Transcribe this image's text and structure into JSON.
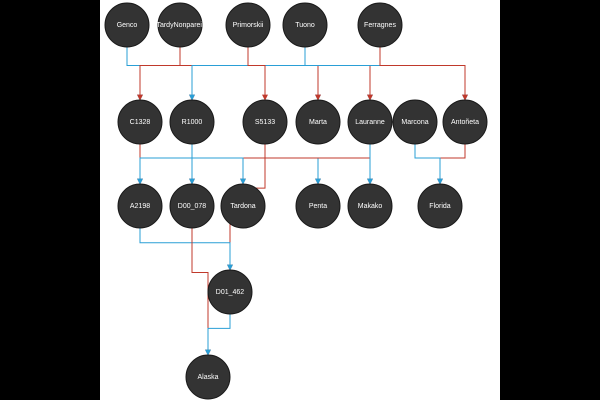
{
  "colors": {
    "maternal_edge": "#c0392b",
    "paternal_edge": "#2a9fd6",
    "node_fill": "#333333",
    "node_text": "#ffffff",
    "background": "#ffffff",
    "frame": "#000000"
  },
  "nodes": [
    {
      "id": "genco",
      "label": "Genco"
    },
    {
      "id": "tardynonpareil",
      "label": "TardyNonpareil"
    },
    {
      "id": "primorskii",
      "label": "Primorskii"
    },
    {
      "id": "tuono",
      "label": "Tuono"
    },
    {
      "id": "ferragnes",
      "label": "Ferragnes"
    },
    {
      "id": "c1328",
      "label": "C1328"
    },
    {
      "id": "r1000",
      "label": "R1000"
    },
    {
      "id": "s5133",
      "label": "S5133"
    },
    {
      "id": "marta",
      "label": "Marta"
    },
    {
      "id": "lauranne",
      "label": "Lauranne"
    },
    {
      "id": "marcona",
      "label": "Marcona"
    },
    {
      "id": "antoneta",
      "label": "Antoñeta"
    },
    {
      "id": "a2198",
      "label": "A2198"
    },
    {
      "id": "d00_078",
      "label": "D00_078"
    },
    {
      "id": "tardona",
      "label": "Tardona"
    },
    {
      "id": "penta",
      "label": "Penta"
    },
    {
      "id": "makako",
      "label": "Makako"
    },
    {
      "id": "florida",
      "label": "Florida"
    },
    {
      "id": "d01_462",
      "label": "D01_462"
    },
    {
      "id": "alaska",
      "label": "Alaska"
    }
  ],
  "edges": [
    {
      "from": "genco",
      "to": "c1328",
      "type": "paternal"
    },
    {
      "from": "tuono",
      "to": "c1328",
      "type": "maternal"
    },
    {
      "from": "tardynonpareil",
      "to": "r1000",
      "type": "maternal"
    },
    {
      "from": "tuono",
      "to": "r1000",
      "type": "paternal"
    },
    {
      "from": "primorskii",
      "to": "s5133",
      "type": "maternal"
    },
    {
      "from": "tuono",
      "to": "marta",
      "type": "paternal"
    },
    {
      "from": "ferragnes",
      "to": "marta",
      "type": "maternal"
    },
    {
      "from": "tuono",
      "to": "lauranne",
      "type": "paternal"
    },
    {
      "from": "ferragnes",
      "to": "lauranne",
      "type": "maternal"
    },
    {
      "from": "tuono",
      "to": "antoneta",
      "type": "paternal"
    },
    {
      "from": "ferragnes",
      "to": "antoneta",
      "type": "maternal"
    },
    {
      "from": "c1328",
      "to": "a2198",
      "type": "maternal"
    },
    {
      "from": "r1000",
      "to": "a2198",
      "type": "paternal"
    },
    {
      "from": "s5133",
      "to": "d00_078",
      "type": "maternal"
    },
    {
      "from": "r1000",
      "to": "d00_078",
      "type": "paternal"
    },
    {
      "from": "s5133",
      "to": "tardona",
      "type": "maternal"
    },
    {
      "from": "r1000",
      "to": "tardona",
      "type": "paternal"
    },
    {
      "from": "s5133",
      "to": "penta",
      "type": "maternal"
    },
    {
      "from": "lauranne",
      "to": "penta",
      "type": "paternal"
    },
    {
      "from": "s5133",
      "to": "makako",
      "type": "maternal"
    },
    {
      "from": "lauranne",
      "to": "makako",
      "type": "paternal"
    },
    {
      "from": "antoneta",
      "to": "florida",
      "type": "maternal"
    },
    {
      "from": "marcona",
      "to": "florida",
      "type": "paternal"
    },
    {
      "from": "s5133",
      "to": "d01_462",
      "type": "maternal"
    },
    {
      "from": "a2198",
      "to": "d01_462",
      "type": "paternal"
    },
    {
      "from": "d00_078",
      "to": "alaska",
      "type": "maternal"
    },
    {
      "from": "d01_462",
      "to": "alaska",
      "type": "paternal"
    }
  ]
}
